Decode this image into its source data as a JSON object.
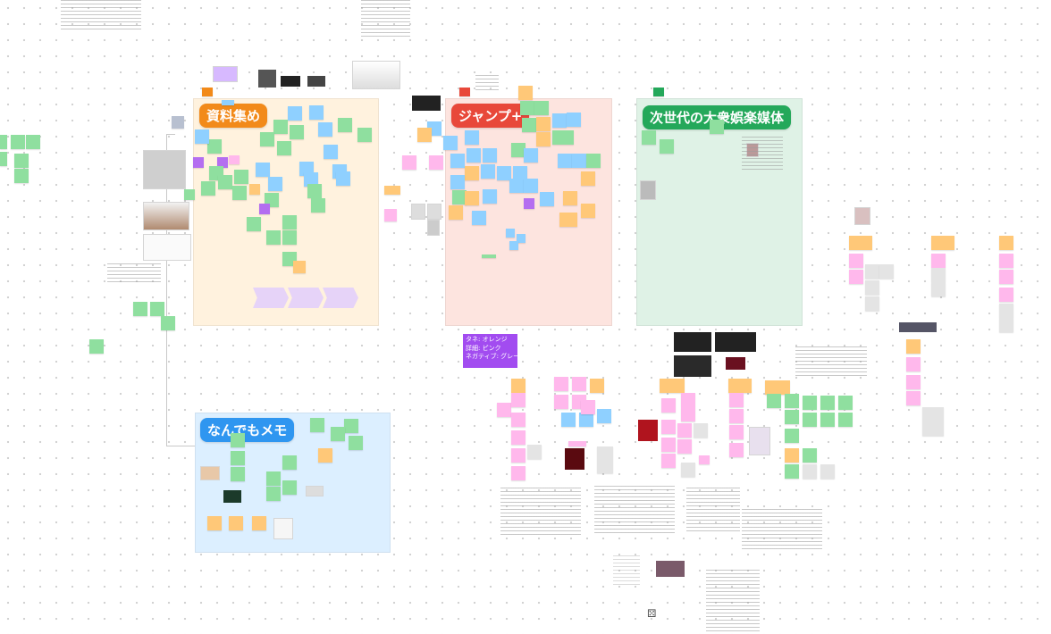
{
  "board": {
    "frames": [
      {
        "id": "shiryo",
        "title": "資料集め",
        "color": "#fff2de"
      },
      {
        "id": "jump",
        "title": "ジャンプ+",
        "color": "#fde4df"
      },
      {
        "id": "jisedai",
        "title": "次世代の大衆娯楽媒体",
        "color": "#dff2e6"
      },
      {
        "id": "nandemo",
        "title": "なんでもメモ",
        "color": "#dcefff"
      }
    ],
    "title_colors": {
      "shiryo": "#f28a1a",
      "jump": "#e8483a",
      "jisedai": "#24a85a",
      "nandemo": "#2f96f0"
    },
    "legend": {
      "line1": "タネ: オレンジ",
      "line2": "詳細: ピンク",
      "line3": "ネガティブ: グレー"
    },
    "note_colors": {
      "green": "#8fdf9f",
      "blue": "#8fd0ff",
      "orange": "#ffc878",
      "pink": "#ffb8ec",
      "gray": "#e4e4e4",
      "purple": "#b46ef0"
    }
  }
}
